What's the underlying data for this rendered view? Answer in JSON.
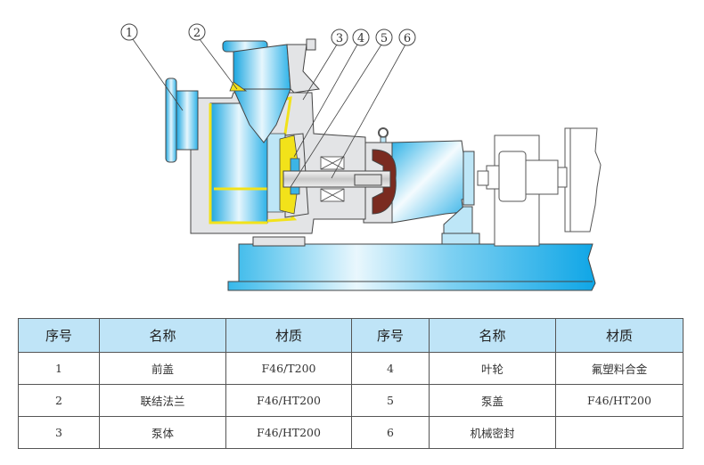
{
  "diagram": {
    "title": "Fluoroplastic self-priming pump cross-section",
    "callouts": [
      "1",
      "2",
      "3",
      "4",
      "5",
      "6"
    ],
    "colors": {
      "liquid": "#3cb4e6",
      "lining": "#f2e21a",
      "casing": "#e3e4e6",
      "bearing_housing": "#7a2b20",
      "base": "#19aee8",
      "outline": "#444444"
    }
  },
  "table": {
    "headers": [
      "序号",
      "名称",
      "材质",
      "序号",
      "名称",
      "材质"
    ],
    "rows": [
      [
        {
          "no": "1",
          "name": "前盖",
          "material": "F46/T200"
        },
        {
          "no": "4",
          "name": "叶轮",
          "material": "氟塑料合金"
        }
      ],
      [
        {
          "no": "2",
          "name": "联结法兰",
          "material": "F46/HT200"
        },
        {
          "no": "5",
          "name": "泵盖",
          "material": "F46/HT200"
        }
      ],
      [
        {
          "no": "3",
          "name": "泵体",
          "material": "F46/HT200"
        },
        {
          "no": "6",
          "name": "机械密封",
          "material": ""
        }
      ]
    ]
  }
}
